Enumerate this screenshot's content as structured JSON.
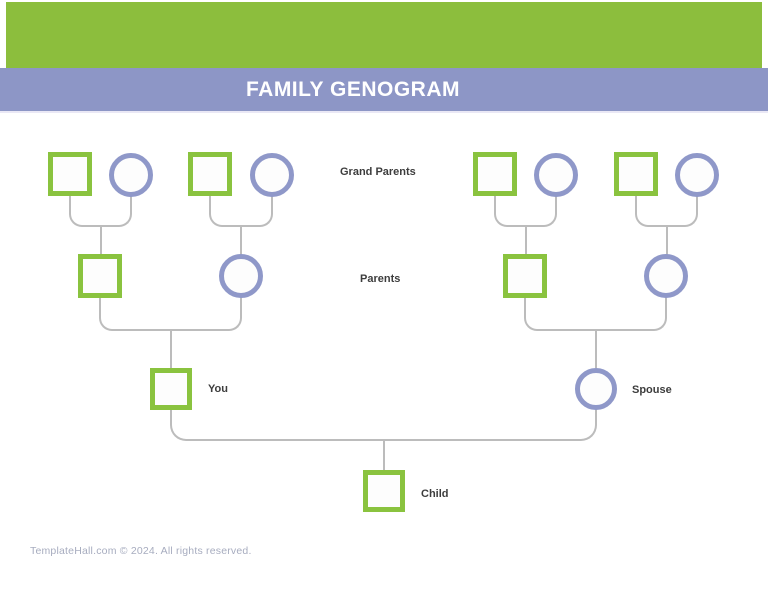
{
  "header": {
    "title": "FAMILY GENOGRAM"
  },
  "diagram": {
    "labels": {
      "grandparents": "Grand Parents",
      "parents": "Parents",
      "you": "You",
      "spouse": "Spouse",
      "child": "Child"
    }
  },
  "footer": {
    "copyright": "TemplateHall.com © 2024. All rights reserved."
  },
  "theme": {
    "green_bar": "#8cbe3d",
    "purple_bar": "#8d96c6",
    "banner_shadow": "#eae8f5",
    "title_text": "#ffffff",
    "square_border": "#8ac33f",
    "circle_border": "#8f98c9",
    "connector": "#bcbcbc",
    "shape_fill": "#fdfdfd",
    "label_text": "#3d3d3d",
    "footer_text": "#a7acbf"
  }
}
